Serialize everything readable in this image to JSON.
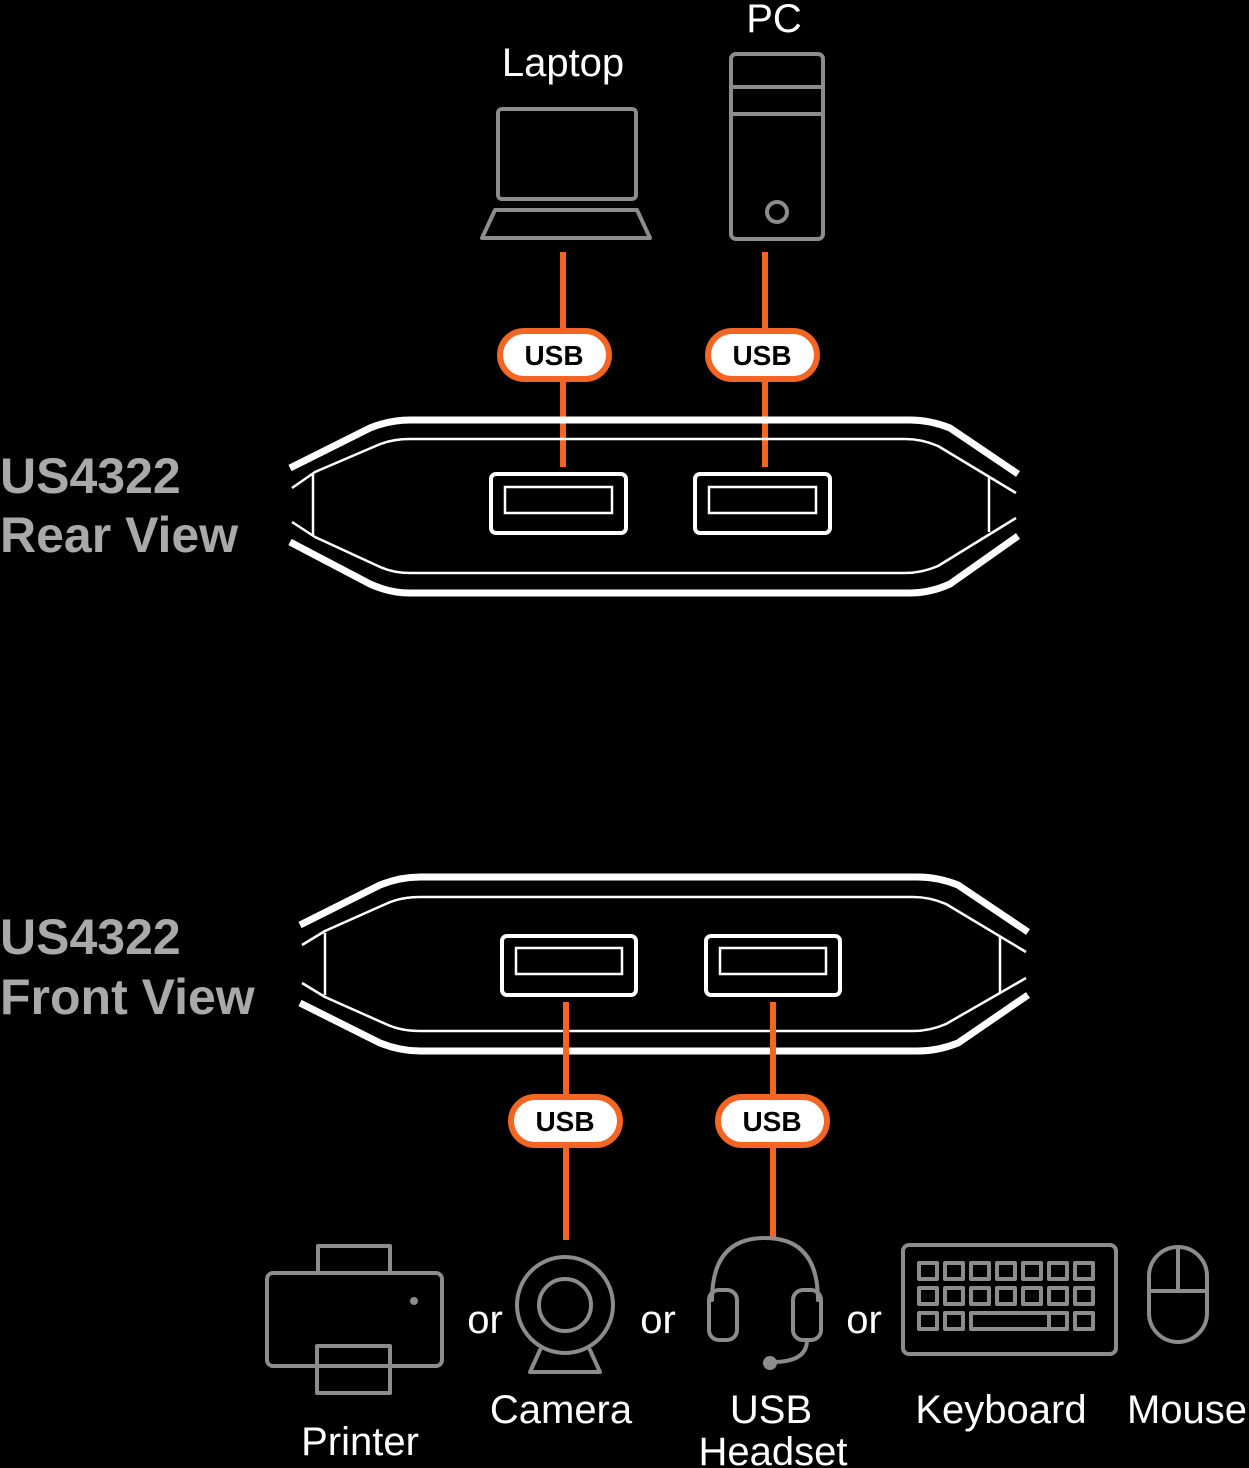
{
  "colors": {
    "background": "#000000",
    "cable": "#f26522",
    "device_stroke": "#8c8c8c",
    "unit_stroke": "#ffffff",
    "title": "#a9a9a9"
  },
  "rear": {
    "model": "US4322",
    "view": "Rear View"
  },
  "front": {
    "model": "US4322",
    "view": "Front View"
  },
  "hosts": {
    "laptop": "Laptop",
    "pc": "PC"
  },
  "usb_badge": "USB",
  "or_word": "or",
  "peripherals": {
    "printer": "Printer",
    "camera": "Camera",
    "headset_line1": "USB",
    "headset_line2": "Headset",
    "keyboard": "Keyboard",
    "mouse": "Mouse"
  },
  "icons": [
    "laptop-icon",
    "pc-tower-icon",
    "printer-icon",
    "webcam-icon",
    "headset-icon",
    "keyboard-icon",
    "mouse-icon"
  ]
}
